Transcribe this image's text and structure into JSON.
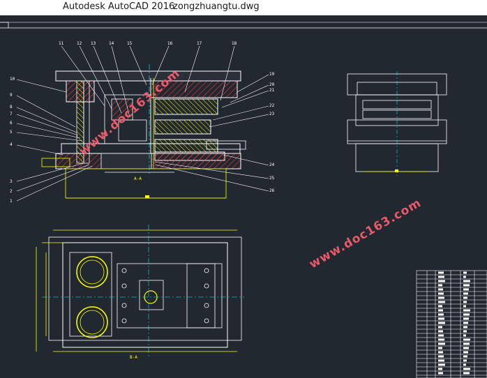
{
  "window": {
    "app_name": "Autodesk AutoCAD 2016",
    "file_name": "zongzhuangtu.dwg"
  },
  "drawing": {
    "part_numbers_left": [
      "10",
      "9",
      "8",
      "7",
      "6",
      "5",
      "4",
      "3",
      "2",
      "1"
    ],
    "part_numbers_top": [
      "11",
      "12",
      "13",
      "14",
      "15",
      "16",
      "17",
      "18"
    ],
    "part_numbers_right": [
      "19",
      "20",
      "21",
      "22",
      "23",
      "24",
      "25",
      "26"
    ],
    "watermark": "www.doc163.com",
    "colors": {
      "background": "#212830",
      "outline": "#ffffff",
      "dimension": "#ffff00",
      "section": "#ff3333",
      "center": "#00ffff"
    }
  }
}
